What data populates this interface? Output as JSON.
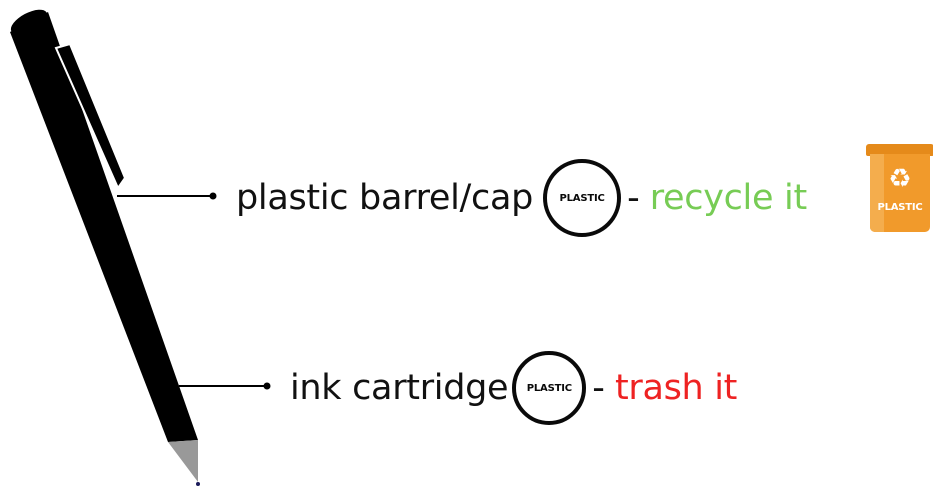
{
  "parts": [
    {
      "label": "plastic barrel/cap",
      "badge": "PLASTIC",
      "dash": "-",
      "action": "recycle it",
      "action_color": "#77cc55"
    },
    {
      "label": "ink cartridge",
      "badge": "PLASTIC",
      "dash": "-",
      "action": "trash it",
      "action_color": "#ee2222"
    }
  ],
  "bin": {
    "icon": "recycling-bin-icon",
    "symbol": "♻",
    "label": "PLASTIC",
    "color": "#f19a2b"
  },
  "pen": {
    "icon": "pen-icon",
    "body_color": "#000000",
    "tip_color": "#999999"
  }
}
